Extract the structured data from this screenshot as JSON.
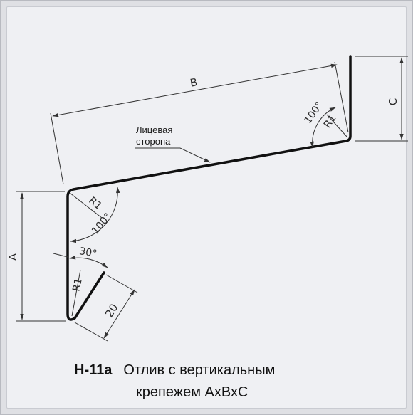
{
  "caption": {
    "code": "Н-11а",
    "line1": "Отлив с вертикальным",
    "line2": "крепежем АхВхС"
  },
  "labels": {
    "dim_a": "A",
    "dim_b": "B",
    "dim_c": "C",
    "dim_20": "20",
    "angle_30": "30°",
    "angle_100_left": "100°",
    "angle_100_right": "100°",
    "radius_left": "R1",
    "radius_bottom": "R1",
    "radius_right": "R1",
    "face_line1": "Лицевая",
    "face_line2": "сторона"
  },
  "colors": {
    "profile": "#111111",
    "dimension": "#333333",
    "background": "#eff0f3"
  }
}
